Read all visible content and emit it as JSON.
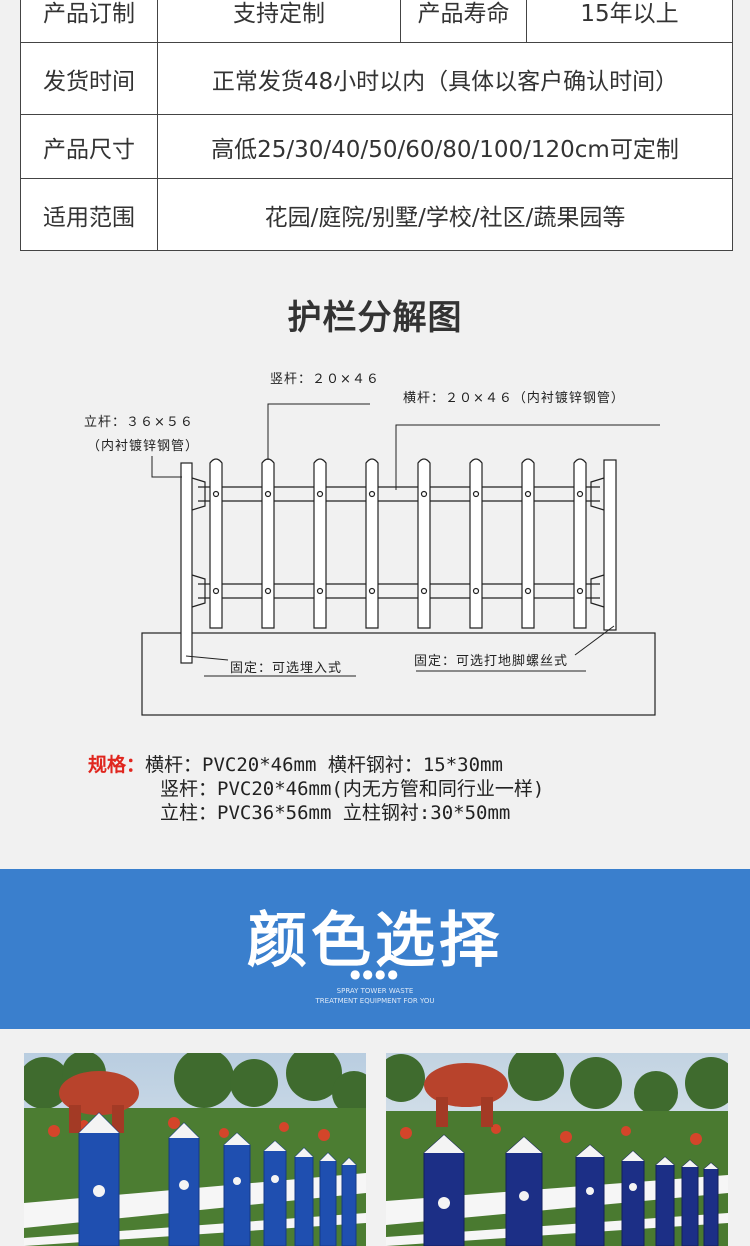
{
  "spec_table": {
    "rows": [
      {
        "key": "产品订制",
        "value": "支持定制",
        "key2": "产品寿命",
        "value2": "15年以上"
      },
      {
        "key": "发货时间",
        "value": "正常发货48小时以内（具体以客户确认时间）"
      },
      {
        "key": "产品尺寸",
        "value": "高低25/30/40/50/60/80/100/120cm可定制"
      },
      {
        "key": "适用范围",
        "value": "花园/庭院/别墅/学校/社区/蔬果园等"
      }
    ]
  },
  "diagram": {
    "title": "护栏分解图",
    "labels": {
      "vertical_bar": "竖杆：２０×４６",
      "horizontal_bar": "横杆：２０×４６（内衬镀锌钢管）",
      "post": "立杆：３６×５６",
      "post_note": "（内衬镀锌钢管）",
      "fix_embed": "固定：可选埋入式",
      "fix_bolt": "固定：可选打地脚螺丝式"
    }
  },
  "specs": {
    "heading": "规格：",
    "line1": "横杆：PVC20*46mm 横杆钢衬：15*30mm",
    "line2": "竖杆：PVC20*46mm(内无方管和同行业一样)",
    "line3": "立柱：PVC36*56mm 立柱钢衬:30*50mm"
  },
  "color_section": {
    "title": "颜色选择",
    "dots": "●●●●",
    "sub1": "SPRAY TOWER WASTE",
    "sub2": "TREATMENT EQUIPMENT FOR YOU"
  },
  "colors": {
    "banner": "#3a7fcd",
    "spec_heading": "#e0261e",
    "fence_blue": "#1f4fb0",
    "fence_navy": "#1c2f86"
  }
}
